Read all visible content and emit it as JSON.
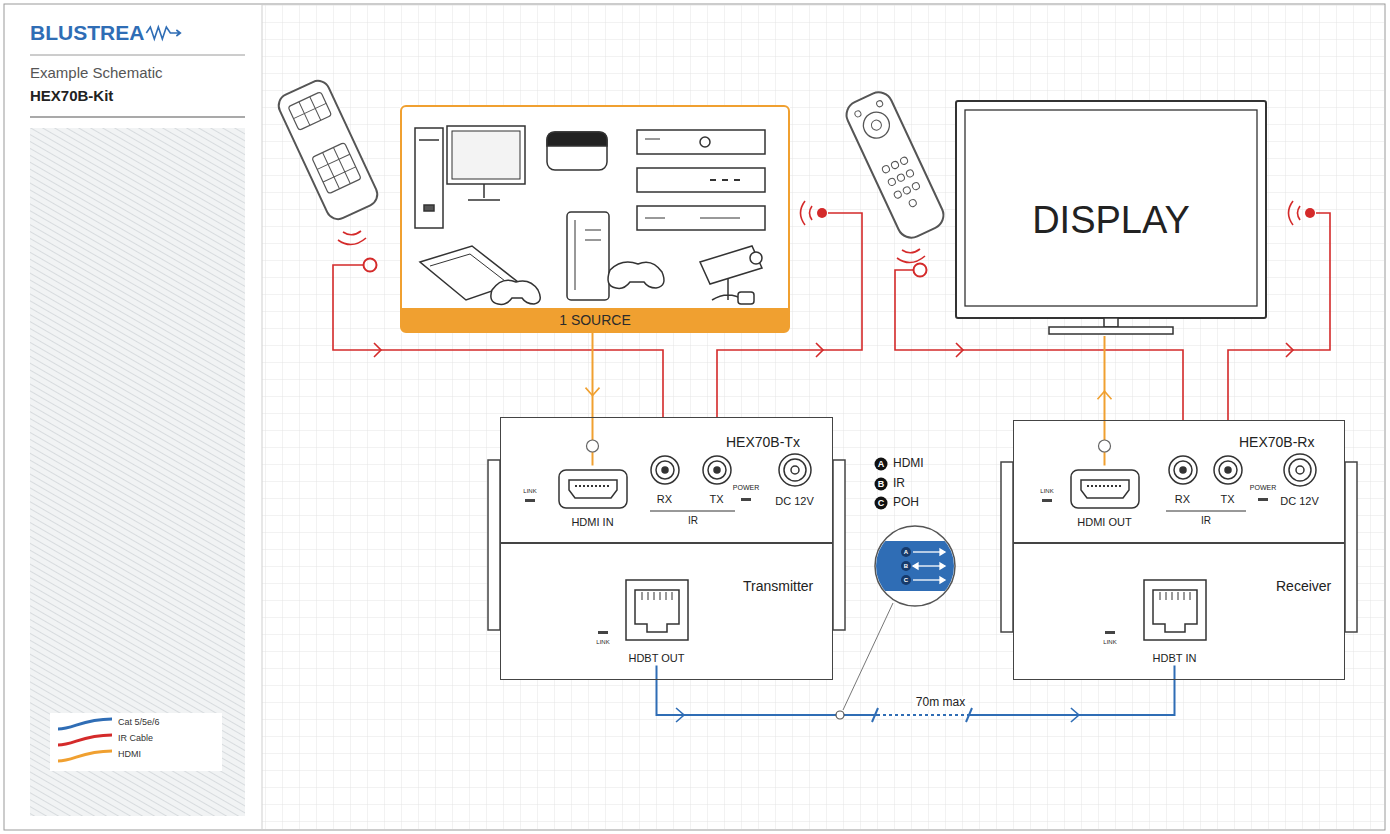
{
  "diagram": {
    "title": "HEX70B-Kit",
    "nodes": [
      {
        "text": [
          "1 SOURCE"
        ]
      },
      {
        "text": [
          "DISPLAY"
        ]
      },
      {
        "text": [
          "HEX70B-Tx"
        ]
      },
      {
        "text": [
          "HDMI IN"
        ],
        "in": 2
      },
      {
        "text": [
          "RX"
        ],
        "in": 2
      },
      {
        "text": [
          "TX"
        ],
        "in": 2
      },
      {
        "text": [
          "DC 12V"
        ],
        "in": 2
      },
      {
        "text": [
          "Transmitter"
        ]
      },
      {
        "text": [
          "HDBT OUT"
        ],
        "in": 7
      },
      {
        "text": [
          "HEX70B-Rx"
        ]
      },
      {
        "text": [
          "HDMI OUT"
        ],
        "in": 9
      },
      {
        "text": [
          "RX"
        ],
        "in": 9
      },
      {
        "text": [
          "TX"
        ],
        "in": 9
      },
      {
        "text": [
          "DC 12V"
        ],
        "in": 9
      },
      {
        "text": [
          "Receiver"
        ]
      },
      {
        "text": [
          "HDBT IN"
        ],
        "in": 14
      }
    ],
    "edges": [
      {
        "from": 0,
        "to": 3,
        "arrow": "to"
      },
      {
        "from": 10,
        "to": 1,
        "arrow": "to"
      },
      {
        "from": 8,
        "to": 15,
        "label": "70m max",
        "arrow": "to"
      }
    ],
    "labels": [
      "BLUSTREA",
      "Example Schematic",
      "IR",
      "POWER",
      "LINK",
      "LINK",
      "IR",
      "POWER",
      "LINK",
      "LINK",
      "A",
      "HDMI",
      "B",
      "IR",
      "C",
      "POH",
      "A",
      "B",
      "C"
    ],
    "legend": [
      {
        "text": "Cat 5/5e/6",
        "color": "#2f6db5"
      },
      {
        "text": "IR Cable",
        "color": "#d42a2a"
      },
      {
        "text": "HDMI",
        "color": "#f0a030"
      }
    ]
  }
}
